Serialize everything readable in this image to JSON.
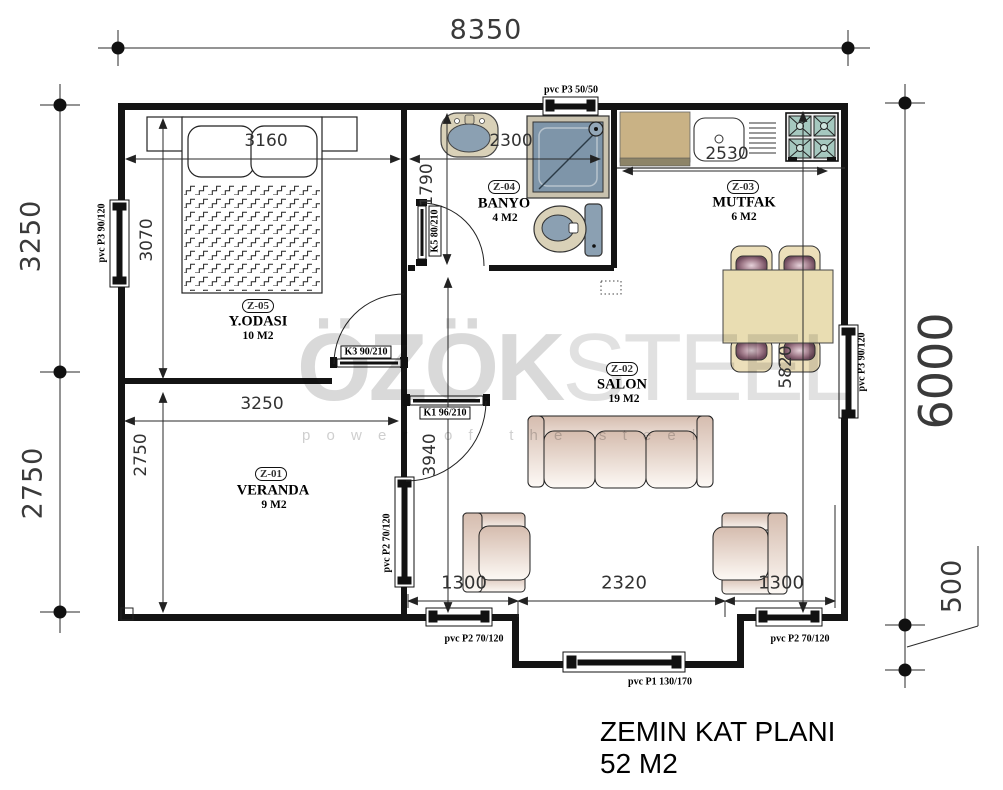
{
  "title": {
    "line1": "ZEMIN KAT PLANI",
    "line2": "52 M2"
  },
  "watermark": {
    "brand_left": "ÖZÖK",
    "brand_right": "STEEL",
    "tagline": "p o w e r   o f   t h e   s t e e l"
  },
  "rooms": [
    {
      "code": "Z-01",
      "name": "VERANDA",
      "area": "9 M2"
    },
    {
      "code": "Z-02",
      "name": "SALON",
      "area": "19 M2"
    },
    {
      "code": "Z-03",
      "name": "MUTFAK",
      "area": "6 M2"
    },
    {
      "code": "Z-04",
      "name": "BANYO",
      "area": "4 M2"
    },
    {
      "code": "Z-05",
      "name": "Y.ODASI",
      "area": "10 M2"
    }
  ],
  "dims": {
    "total_width": "8350",
    "left_upper": "3250",
    "left_lower": "2750",
    "right_total": "6000",
    "porch_depth": "500",
    "bedroom_w": "3160",
    "bedroom_h": "3070",
    "bathroom_w": "2300",
    "bath_door_h": "1790",
    "kitchen_w": "2530",
    "veranda_w": "3250",
    "veranda_h": "2750",
    "salon_h": "3940",
    "salon_right_h": "5820",
    "bottom_left": "1300",
    "bottom_mid": "2320",
    "bottom_right": "1300"
  },
  "openings": {
    "win_left": "pvc P3 90/120",
    "win_top_bath": "pvc P3 50/50",
    "win_right": "pvc P3 90/120",
    "win_veranda_wall": "pvc P2 70/120",
    "win_bottom_left": "pvc P2 70/120",
    "win_bottom_right": "pvc P2 70/120",
    "door_entry": "pvc P1 130/170",
    "door_bedroom": "K3 90/210",
    "door_hall": "K1 96/210",
    "door_bath": "K5 80/210"
  },
  "colors": {
    "wall": "#1a1a1a",
    "fixture_blue": "#8ba0b2",
    "counter_tan": "#c9b285",
    "table_cream": "#e9ddb2",
    "cushion_maroon": "#7e5566",
    "burner_teal": "#a5c8bf",
    "watermark_gray": "#d9d9d9"
  }
}
